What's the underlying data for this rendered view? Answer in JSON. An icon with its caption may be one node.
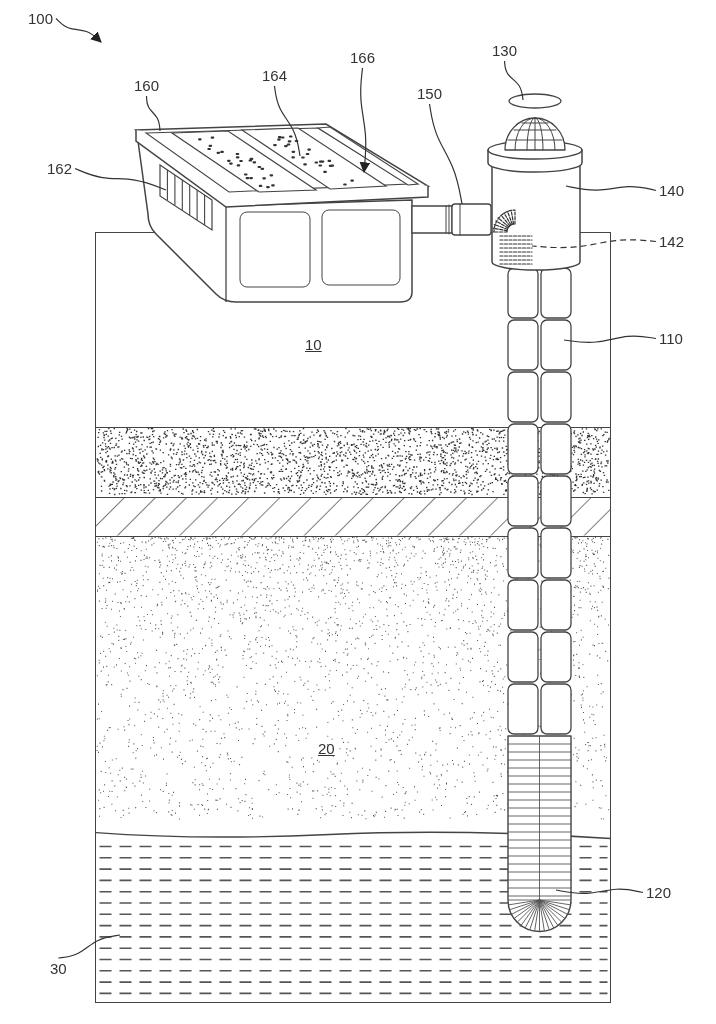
{
  "diagram": {
    "nodes": [
      {
        "text": [
          "100"
        ]
      },
      {
        "text": [
          "130"
        ]
      },
      {
        "text": [
          "160"
        ]
      },
      {
        "text": [
          "164"
        ]
      },
      {
        "text": [
          "166"
        ]
      },
      {
        "text": [
          "150"
        ]
      },
      {
        "text": [
          "162"
        ]
      },
      {
        "text": [
          "140"
        ]
      },
      {
        "text": [
          "142"
        ]
      },
      {
        "text": [
          "110"
        ]
      },
      {
        "text": [
          "120"
        ]
      },
      {
        "text": [
          "30"
        ]
      },
      {
        "text": [],
        "shape": "box"
      },
      {
        "text": [],
        "shape": "box",
        "in": 12
      },
      {
        "text": [],
        "shape": "box"
      },
      {
        "text": [],
        "shape": "box"
      },
      {
        "text": [],
        "shape": "cylinder"
      },
      {
        "text": [],
        "shape": "circle"
      },
      {
        "text": [],
        "shape": "cylinder"
      },
      {
        "text": [],
        "shape": "cylinder",
        "in": 18
      },
      {
        "text": [],
        "shape": "cylinder"
      },
      {
        "text": [],
        "shape": "cylinder"
      },
      {
        "text": [],
        "shape": "box"
      },
      {
        "text": [
          "10"
        ]
      },
      {
        "text": [],
        "shape": "box"
      },
      {
        "text": [],
        "shape": "box"
      },
      {
        "text": [
          "20"
        ]
      }
    ],
    "edges": [
      {
        "from": 0,
        "to": null,
        "arrow": "to"
      },
      {
        "from": 1,
        "to": 17,
        "arrow": "none"
      },
      {
        "from": 2,
        "to": 12,
        "arrow": "none"
      },
      {
        "from": 3,
        "to": 14,
        "arrow": "none"
      },
      {
        "from": 4,
        "to": 15,
        "arrow": "to"
      },
      {
        "from": 5,
        "to": 16,
        "arrow": "none"
      },
      {
        "from": 6,
        "to": 13,
        "arrow": "none"
      },
      {
        "from": 7,
        "to": 18,
        "arrow": "none"
      },
      {
        "from": 8,
        "to": 19,
        "arrow": "none",
        "style": "dashed"
      },
      {
        "from": 9,
        "to": 20,
        "arrow": "none"
      },
      {
        "from": 10,
        "to": 21,
        "arrow": "none"
      },
      {
        "from": 11,
        "to": 22,
        "arrow": "none"
      }
    ]
  }
}
